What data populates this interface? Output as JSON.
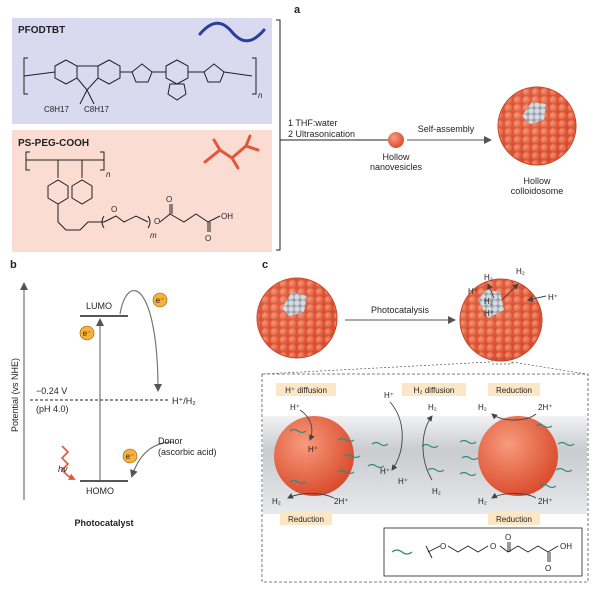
{
  "panels": {
    "a": {
      "label": "a",
      "polymer1": {
        "name": "PFODTBT",
        "side_chain_1": "C8H17",
        "side_chain_2": "C8H17",
        "repeat": "n"
      },
      "polymer2": {
        "name": "PS-PEG-COOH",
        "repeat_n": "n",
        "repeat_m": "m",
        "O": "O",
        "OH": "OH"
      },
      "steps": [
        "1  THF:water",
        "2  Ultrasonication"
      ],
      "arrow_label": "Self-assembly",
      "small_product": [
        "Hollow",
        "nanovesicles"
      ],
      "large_product": [
        "Hollow",
        "colloidosome"
      ]
    },
    "b": {
      "label": "b",
      "y_axis": "Potential (vs NHE)",
      "lumo": "LUMO",
      "homo": "HOMO",
      "electron": "e⁻",
      "potential": "−0.24 V",
      "ph": "(pH 4.0)",
      "couple": "H⁺/H₂",
      "hv": "hν",
      "donor": [
        "Donor",
        "(ascorbic acid)"
      ],
      "title": "Photocatalyst"
    },
    "c": {
      "label": "c",
      "arrow_label": "Photocatalysis",
      "h2": "H₂",
      "hplus": "H⁺",
      "two_hplus": "2H⁺",
      "h_diffusion": "H⁺ diffusion",
      "h2_diffusion": "H₂ diffusion",
      "reduction": "Reduction",
      "legend_O": "O",
      "legend_OH": "OH"
    }
  },
  "colors": {
    "panel_a1_bg": "#d9daf0",
    "panel_a2_bg": "#fadcd2",
    "wave_blue": "#2b3f9a",
    "chain_orange": "#e2573a",
    "sphere_orange": "#ef6a47",
    "highlight": "#fbe7c6",
    "electron_fill": "#f7b23b",
    "gray_band": "#dcdde0",
    "wavy_green": "#2e8b7f"
  }
}
